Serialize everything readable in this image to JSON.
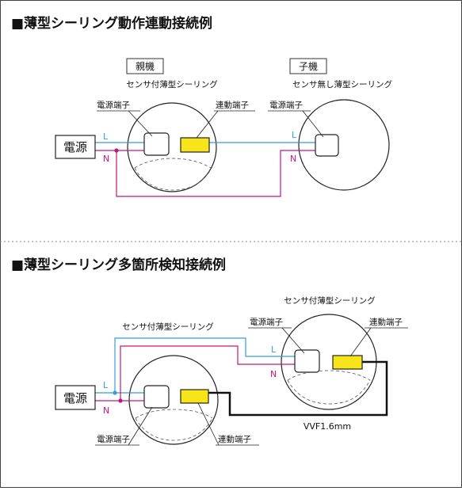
{
  "section1": {
    "heading": "■薄型シーリング動作連動接続例",
    "parent_tag": "親機",
    "parent_desc": "センサ付薄型シーリング",
    "child_tag": "子機",
    "child_desc": "センサ無し薄型シーリング",
    "power_terminal_label_1": "電源端子",
    "link_terminal_label": "連動端子",
    "power_terminal_label_2": "電源端子",
    "power_source": "電源",
    "wire_L_a": "L",
    "wire_N_a": "N",
    "wire_L_b": "L",
    "wire_N_b": "N"
  },
  "section2": {
    "heading": "■薄型シーリング多箇所検知接続例",
    "upper_desc": "センサ付薄型シーリング",
    "lower_desc": "センサ付薄型シーリング",
    "upper_power_terminal": "電源端子",
    "upper_link_terminal": "連動端子",
    "lower_power_terminal": "電源端子",
    "lower_link_terminal": "連動端子",
    "power_source": "電源",
    "wire_L_a": "L",
    "wire_N_a": "N",
    "wire_L_b": "L",
    "wire_N_b": "N",
    "cable_label": "VVF1.6mm"
  },
  "colors": {
    "line_L": "#3a9bd8",
    "line_N": "#c0187a",
    "link_terminal_fill": "#f7e51a",
    "outline": "#222222",
    "divider": "#888888"
  }
}
